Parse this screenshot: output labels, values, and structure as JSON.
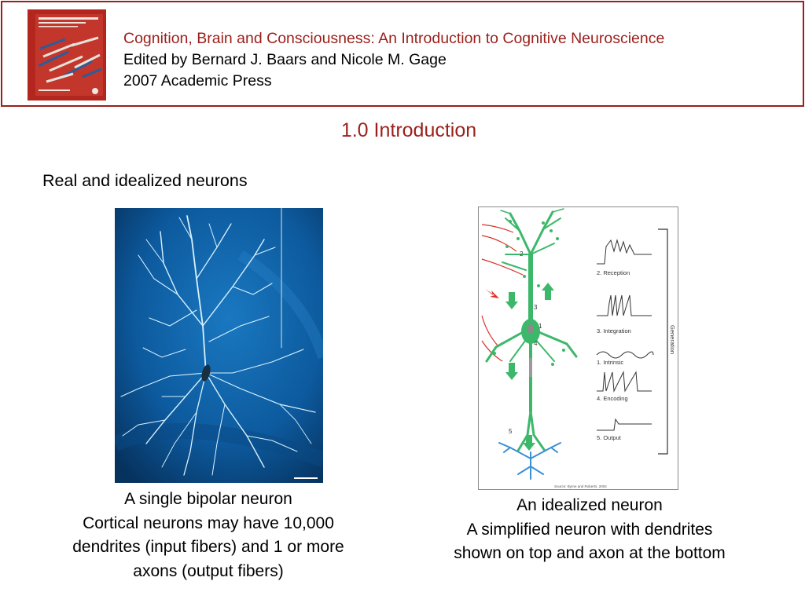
{
  "header": {
    "title": "Cognition, Brain and Consciousness: An Introduction to Cognitive Neuroscience",
    "editors": "Edited by Bernard J. Baars and Nicole M. Gage",
    "publisher": "2007 Academic Press"
  },
  "slide": {
    "title": "1.0 Introduction",
    "subtitle": "Real and idealized neurons"
  },
  "left_caption": {
    "line1": "A single bipolar neuron",
    "line2": "Cortical neurons may have 10,000",
    "line3": "dendrites (input fibers) and 1 or more",
    "line4": "axons (output fibers)"
  },
  "right_caption": {
    "line1": "An idealized neuron",
    "line2": "A simplified neuron with dendrites",
    "line3": "shown on top and axon at the bottom"
  },
  "diagram": {
    "labels": {
      "reception": "2. Reception",
      "integration": "3. Integration",
      "intrinsic": "1. Intrinsic",
      "encoding": "4. Encoding",
      "output": "5. Output",
      "generation": "Generation",
      "source": "Source: Byrne and Roberts, 2004"
    },
    "numbers": {
      "n1": "1",
      "n2": "2",
      "n3": "3",
      "n4": "4",
      "n5": "5"
    }
  },
  "colors": {
    "accent": "#9b1f1a",
    "neuron_green": "#3db86a",
    "axon_blue": "#3a8fd6",
    "input_red": "#d9322b",
    "photo_bg": "#0d5a9e"
  }
}
